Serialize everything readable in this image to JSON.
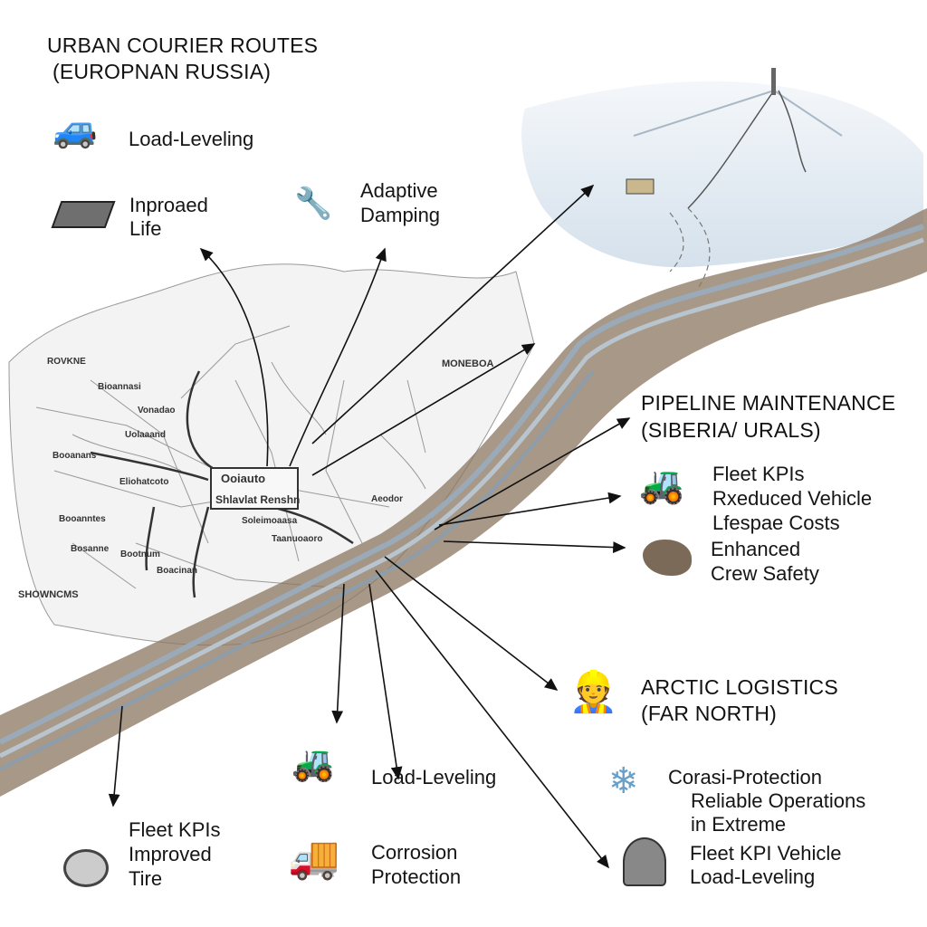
{
  "sections": {
    "urban": {
      "title_line1": "URBAN COURIER ROUTES",
      "title_line2": "(EUROPNAN RUSSIA)"
    },
    "pipeline": {
      "title_line1": "PIPELINE MAINTENANCE",
      "title_line2": "(SIBERIA/ URALS)"
    },
    "arctic": {
      "title_line1": "ARCTIC LOGISTICS",
      "title_line2": "(FAR NORTH)"
    }
  },
  "labels": {
    "load_leveling_top": "Load-Leveling",
    "inproaed_1": "Inproaed",
    "inproaed_2": "Life",
    "adaptive_1": "Adaptive",
    "adaptive_2": "Damping",
    "fleet_kpis_1": "Fleet KPIs",
    "fleet_kpis_2": "Rxeduced Vehicle",
    "fleet_kpis_3": "Lfespae Costs",
    "crew_1": "Enhanced",
    "crew_2": "Crew Safety",
    "corasi_1": "Corasi-Protection",
    "corasi_2": "Reliable Operations",
    "corasi_3": "in Extreme",
    "fleet_vehicle_1": "Fleet KPI Vehicle",
    "fleet_vehicle_2": "Load-Leveling",
    "load_leveling_bottom": "Load-Leveling",
    "corrosion_1": "Corrosion",
    "corrosion_2": "Protection",
    "tire_1": "Fleet KPIs",
    "tire_2": "Improved",
    "tire_3": "Tire"
  },
  "map_labels": {
    "nw": "ROVKNE",
    "ne": "MONEBOA",
    "center_1": "Ooiauto",
    "center_2": "Shlavlat Renshn",
    "sw": "SHOWNCMS",
    "l1": "Bioannasi",
    "l2": "Vonadao",
    "l3": "Uolaaand",
    "l4": "Booanans",
    "l5": "Eliohatcoto",
    "l6": "Booanntes",
    "l7": "Bosanne",
    "l8": "Bootnum",
    "l9": "Boacinan",
    "l10": "Soleimoaasa",
    "l11": "Taanuoaoro",
    "l12": "Aeodor"
  },
  "colors": {
    "pipeline_dirt": "#7a6650",
    "snow": "#dfe8f1",
    "map_line": "#8a8a8a",
    "arrow": "#111111"
  }
}
